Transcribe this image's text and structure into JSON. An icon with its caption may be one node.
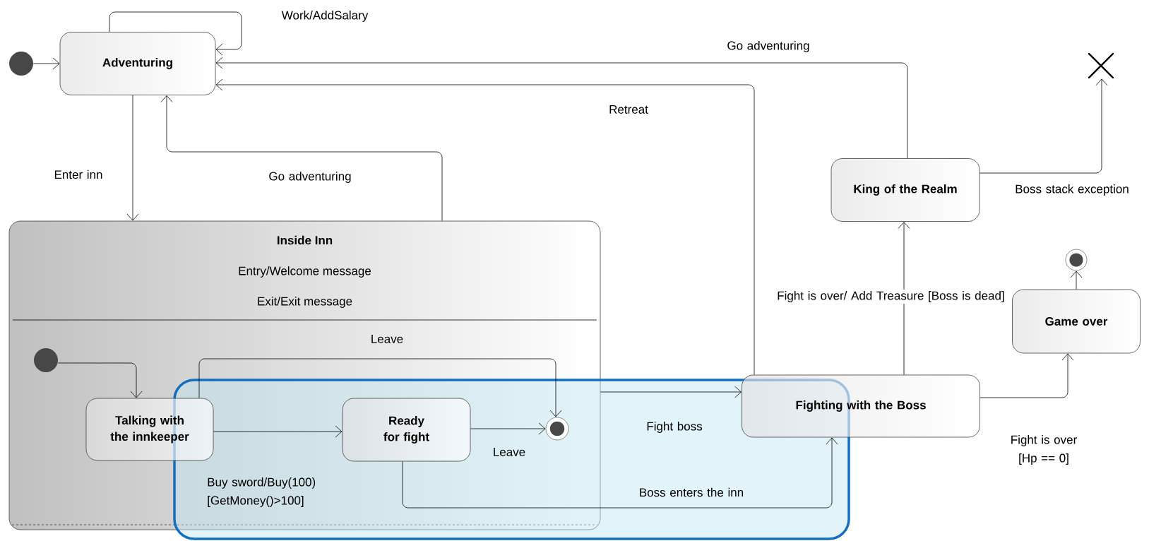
{
  "diagram": {
    "nodes": [
      {
        "text": [],
        "shape": "circle"
      },
      {
        "text": [
          "Adventuring"
        ]
      },
      {
        "text": [
          "Inside Inn",
          "Entry/Welcome message",
          "Exit/Exit message"
        ]
      },
      {
        "text": [],
        "shape": "circle",
        "in": 2
      },
      {
        "text": [
          "Talking with the innkeeper"
        ],
        "in": 2
      },
      {
        "text": [
          "Ready for fight"
        ],
        "in": 2
      },
      {
        "text": [],
        "shape": "bullseye",
        "in": 2
      },
      {
        "text": [
          "King of the Realm"
        ]
      },
      {
        "text": [
          "Fighting with the Boss"
        ]
      },
      {
        "text": [
          "Game over"
        ]
      },
      {
        "text": [],
        "shape": "bullseye"
      },
      {
        "text": [],
        "shape": "cross"
      }
    ],
    "edges": [
      {
        "from": 0,
        "to": 1,
        "arrow": "to"
      },
      {
        "from": 1,
        "to": 1,
        "arrow": "to",
        "label": "Work/AddSalary"
      },
      {
        "from": 1,
        "to": 2,
        "arrow": "to",
        "label": "Enter inn"
      },
      {
        "from": 2,
        "to": 1,
        "arrow": "to",
        "label": "Go adventuring"
      },
      {
        "from": 7,
        "to": 1,
        "arrow": "to",
        "label": "Go adventuring"
      },
      {
        "from": 8,
        "to": 1,
        "arrow": "to",
        "label": "Retreat"
      },
      {
        "from": 7,
        "to": 11,
        "arrow": "to",
        "label": "Boss stack exception"
      },
      {
        "from": 8,
        "to": 7,
        "arrow": "to",
        "label": "Fight is over/ Add Treasure [Boss is dead]"
      },
      {
        "from": 8,
        "to": 9,
        "arrow": "to",
        "label": "Fight is over [Hp == 0]"
      },
      {
        "from": 9,
        "to": 10,
        "arrow": "to"
      },
      {
        "from": 3,
        "to": 4,
        "arrow": "to"
      },
      {
        "from": 4,
        "to": 5,
        "arrow": "to",
        "label": "Buy sword/Buy(100) [GetMoney()>100]"
      },
      {
        "from": 4,
        "to": 6,
        "arrow": "to",
        "label": "Leave"
      },
      {
        "from": 5,
        "to": 6,
        "arrow": "to",
        "label": "Leave"
      },
      {
        "from": 5,
        "to": 8,
        "arrow": "to",
        "label": "Boss enters the inn"
      },
      {
        "from": 2,
        "to": 8,
        "arrow": "to",
        "label": "Fight boss"
      }
    ]
  }
}
